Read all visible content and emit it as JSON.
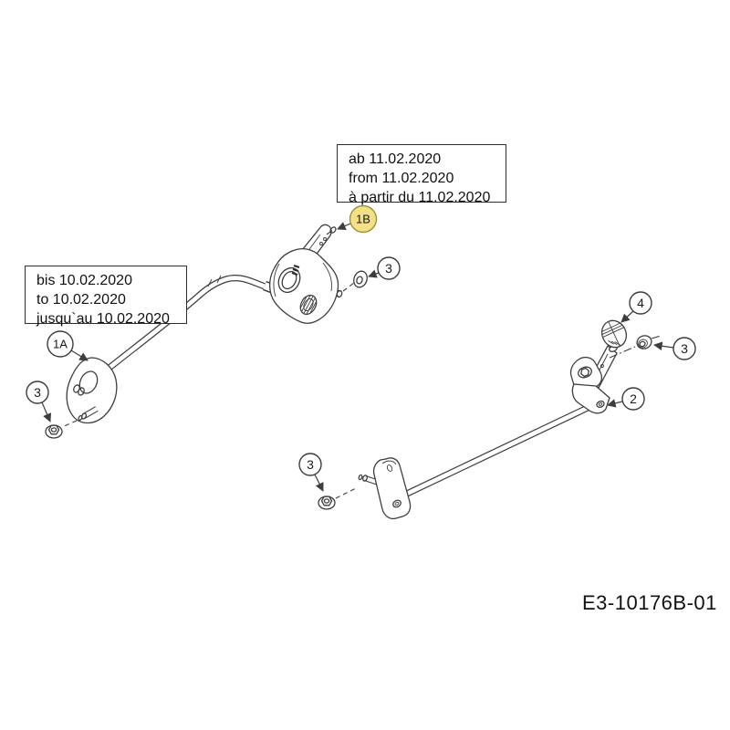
{
  "diagram": {
    "drawing_number": "E3-10176B-01",
    "note_from": {
      "lines": [
        "ab 11.02.2020",
        "from 11.02.2020",
        "à partir du 11.02.2020"
      ]
    },
    "note_until": {
      "lines": [
        "bis 10.02.2020",
        "to 10.02.2020",
        "jusqu`au 10.02.2020"
      ]
    },
    "callouts": {
      "c1b": {
        "label": "1B",
        "highlighted": true
      },
      "c1a": {
        "label": "1A",
        "highlighted": false
      },
      "c3_left": {
        "label": "3",
        "highlighted": false
      },
      "c3_center": {
        "label": "3",
        "highlighted": false
      },
      "c3_bottom": {
        "label": "3",
        "highlighted": false
      },
      "c3_right": {
        "label": "3",
        "highlighted": false
      },
      "c4": {
        "label": "4",
        "highlighted": false
      },
      "c2": {
        "label": "2",
        "highlighted": false
      }
    },
    "colors": {
      "line": "#3d3d3d",
      "background": "#ffffff",
      "highlight_fill": "#f2e187",
      "highlight_stroke": "#a0903c",
      "highlight_text": "#6e5f14"
    }
  }
}
